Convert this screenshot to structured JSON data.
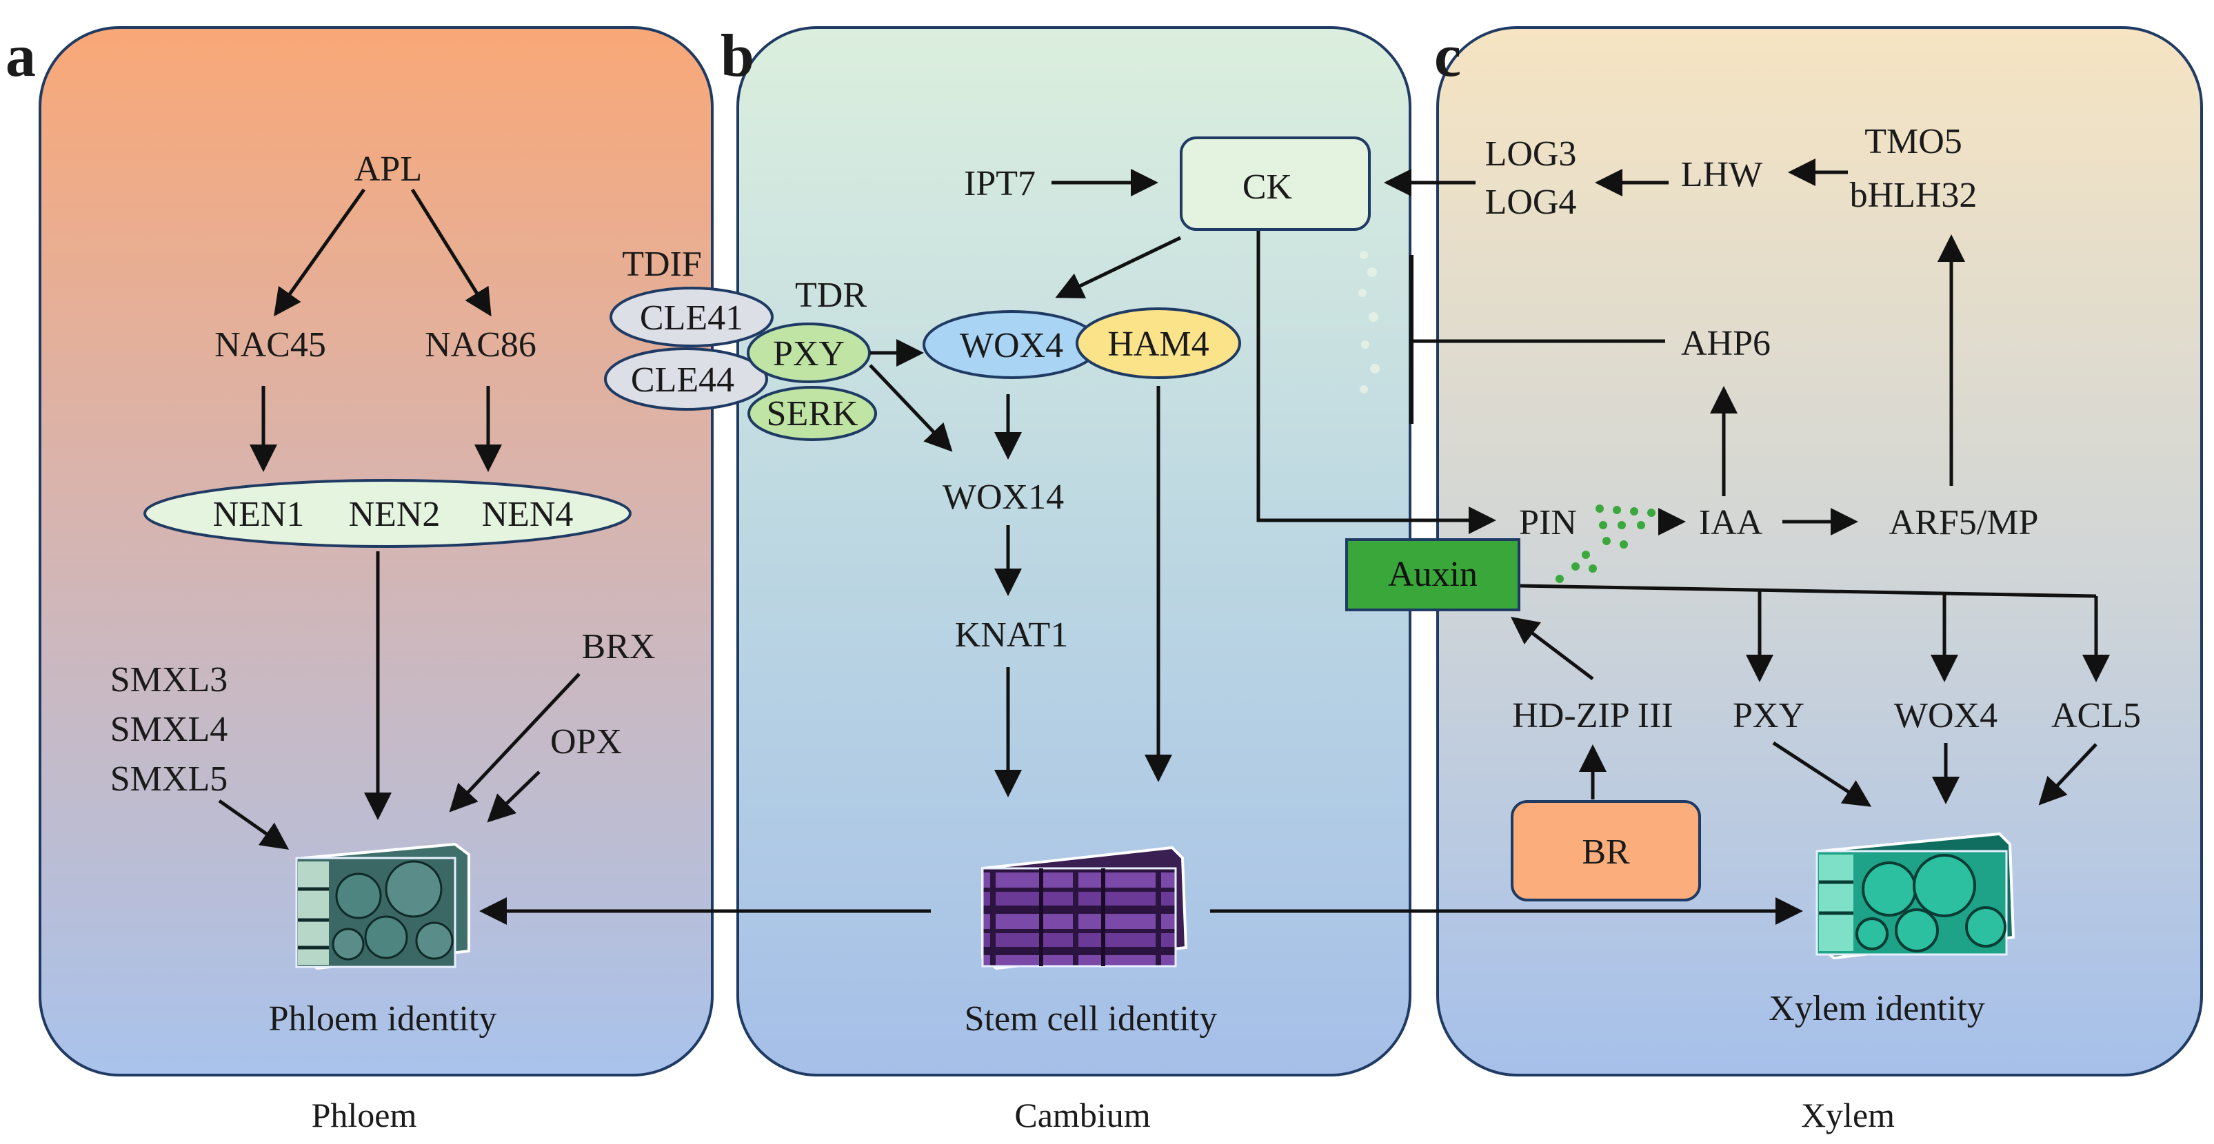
{
  "panels": {
    "a": {
      "letter": "a",
      "region": "Phloem",
      "identity": "Phloem identity",
      "nodes": {
        "apl": "APL",
        "nac45": "NAC45",
        "nac86": "NAC86",
        "nen1": "NEN1",
        "nen2": "NEN2",
        "nen4": "NEN4",
        "smxl3": "SMXL3",
        "smxl4": "SMXL4",
        "smxl5": "SMXL5",
        "brx": "BRX",
        "opx": "OPX"
      }
    },
    "b": {
      "letter": "b",
      "region": "Cambium",
      "identity": "Stem cell identity",
      "nodes": {
        "ipt7": "IPT7",
        "ck": "CK",
        "tdif": "TDIF",
        "tdr": "TDR",
        "cle41": "CLE41",
        "cle44": "CLE44",
        "pxy": "PXY",
        "serk": "SERK",
        "wox4": "WOX4",
        "ham4": "HAM4",
        "wox14": "WOX14",
        "knat1": "KNAT1"
      }
    },
    "c": {
      "letter": "c",
      "region": "Xylem",
      "identity": "Xylem identity",
      "nodes": {
        "log3": "LOG3",
        "log4": "LOG4",
        "lhw": "LHW",
        "tmo5": "TMO5",
        "bhlh32": "bHLH32",
        "ahp6": "AHP6",
        "pin": "PIN",
        "iaa": "IAA",
        "arf5": "ARF5/MP",
        "auxin": "Auxin",
        "hdzip": "HD-ZIP III",
        "br": "BR",
        "pxy": "PXY",
        "wox4": "WOX4",
        "acl5": "ACL5"
      }
    }
  },
  "colors": {
    "phloem_top": "#f9a877",
    "phloem_bottom": "#a9c3ec",
    "cambium_top": "#d9eede",
    "cambium_bottom": "#a5bfe8",
    "xylem_top": "#f6e4c2",
    "xylem_bottom": "#a6c0ea",
    "ellipse_green": "#e4f4df",
    "ellipse_gray": "#dcdfe6",
    "ellipse_pxy": "#bfe4a4",
    "ellipse_wox4": "#a9d4f4",
    "ellipse_ham4": "#fbe38a",
    "ck_box": "#e3f3df",
    "auxin_box": "#39a73a",
    "br_box": "#fbad7c"
  }
}
